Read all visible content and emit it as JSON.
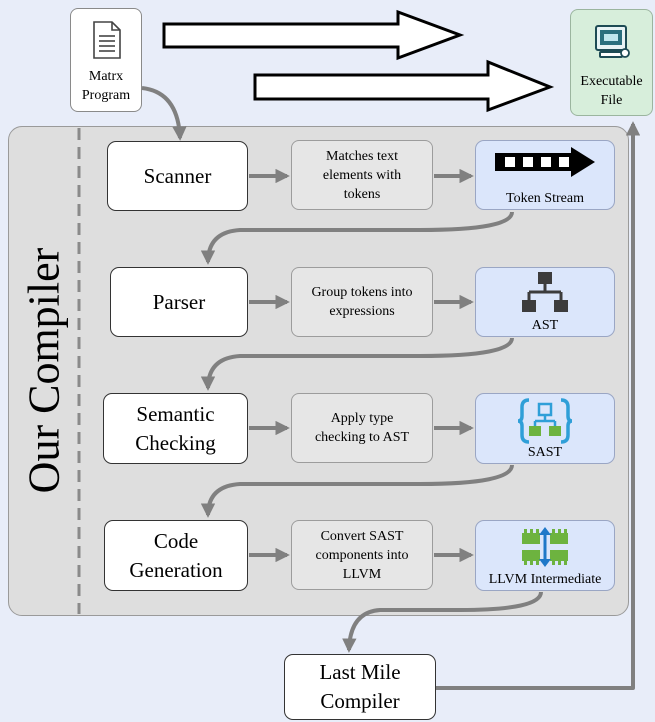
{
  "diagram": {
    "title": "Our Compiler",
    "input": {
      "label_line1": "Matrx",
      "label_line2": "Program",
      "icon": "document-icon"
    },
    "output": {
      "label_line1": "Executable",
      "label_line2": "File",
      "icon": "computer-icon"
    },
    "stages": [
      {
        "label_line1": "Scanner",
        "label_line2": "",
        "description": [
          "Matches text",
          "elements with",
          "tokens"
        ],
        "output_label": "Token Stream",
        "output_icon": "token-stream-icon"
      },
      {
        "label_line1": "Parser",
        "label_line2": "",
        "description": [
          "Group tokens into",
          "expressions"
        ],
        "output_label": "AST",
        "output_icon": "tree-hierarchy-icon"
      },
      {
        "label_line1": "Semantic",
        "label_line2": "Checking",
        "description": [
          "Apply type",
          "checking to AST"
        ],
        "output_label": "SAST",
        "output_icon": "braced-tree-icon"
      },
      {
        "label_line1": "Code",
        "label_line2": "Generation",
        "description": [
          "Convert SAST",
          "components into",
          "LLVM"
        ],
        "output_label": "LLVM Intermediate",
        "output_icon": "chip-exchange-icon"
      }
    ],
    "last_stage": {
      "label_line1": "Last Mile",
      "label_line2": "Compiler"
    }
  }
}
